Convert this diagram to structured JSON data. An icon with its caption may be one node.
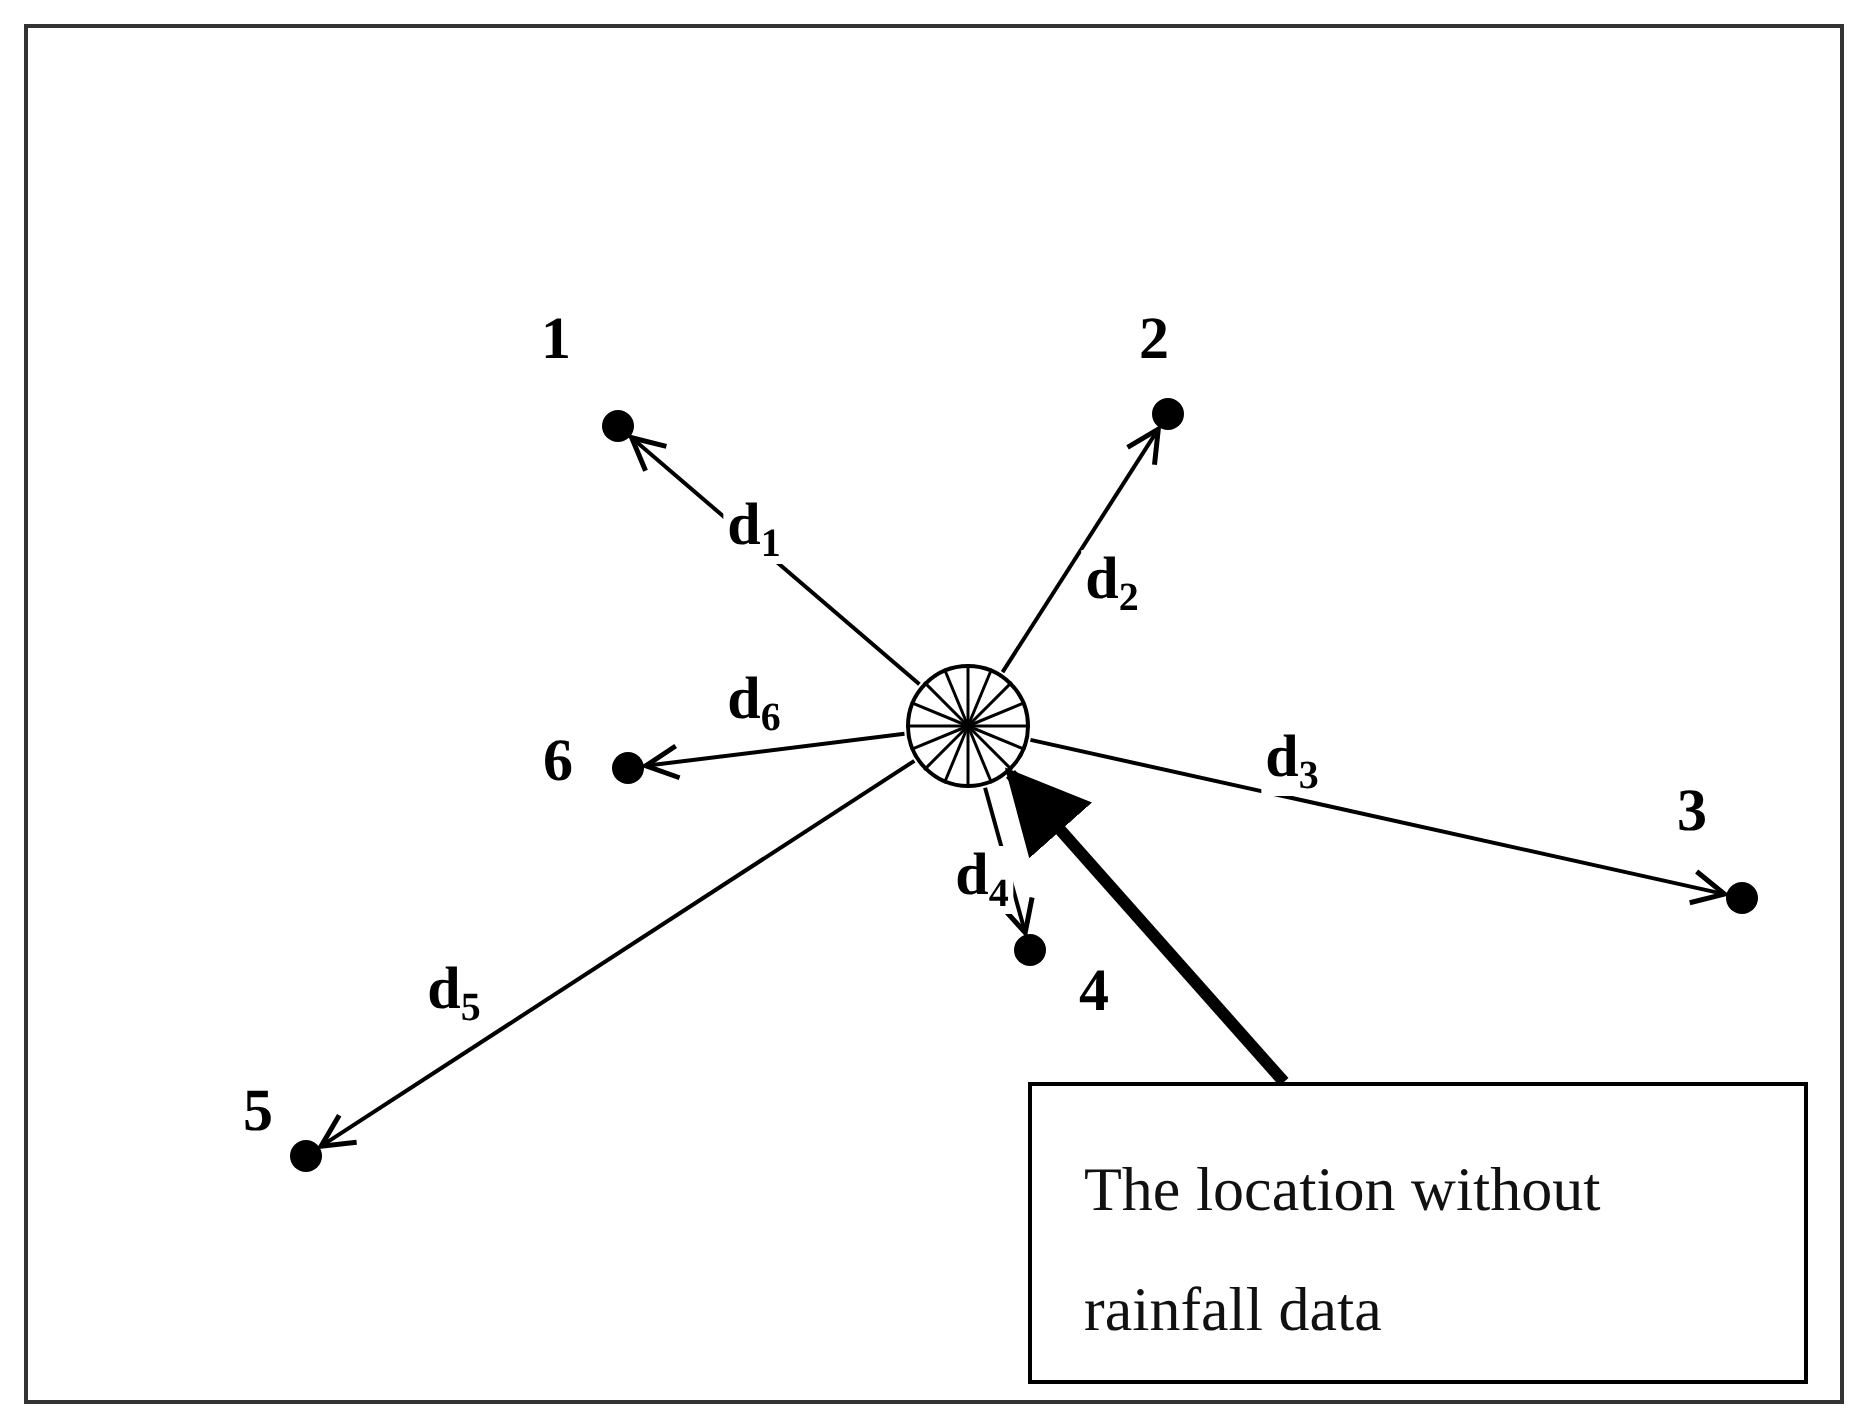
{
  "diagram": {
    "nodes": [
      {
        "text": [],
        "shape": "circle"
      },
      {
        "text": [],
        "shape": "circle",
        "beside": [
          "1"
        ]
      },
      {
        "text": [],
        "shape": "circle",
        "beside": [
          "2"
        ]
      },
      {
        "text": [],
        "shape": "circle",
        "beside": [
          "3"
        ]
      },
      {
        "text": [],
        "shape": "circle",
        "beside": [
          "4"
        ]
      },
      {
        "text": [],
        "shape": "circle",
        "beside": [
          "5"
        ]
      },
      {
        "text": [],
        "shape": "circle",
        "beside": [
          "6"
        ]
      },
      {
        "text": [
          "The location without rainfall data"
        ]
      }
    ],
    "edges": [
      {
        "from": 0,
        "to": 1,
        "arrow": "to",
        "label": "d$_{1}$"
      },
      {
        "from": 0,
        "to": 2,
        "arrow": "to",
        "label": "d$_{2}$"
      },
      {
        "from": 0,
        "to": 3,
        "arrow": "to",
        "label": "d$_{3}$"
      },
      {
        "from": 0,
        "to": 4,
        "arrow": "to",
        "label": "d$_{4}$"
      },
      {
        "from": 0,
        "to": 5,
        "arrow": "to",
        "label": "d$_{5}$"
      },
      {
        "from": 0,
        "to": 6,
        "arrow": "to",
        "label": "d$_{6}$"
      },
      {
        "from": 7,
        "to": 0,
        "arrow": "to",
        "style": "thick"
      }
    ]
  }
}
